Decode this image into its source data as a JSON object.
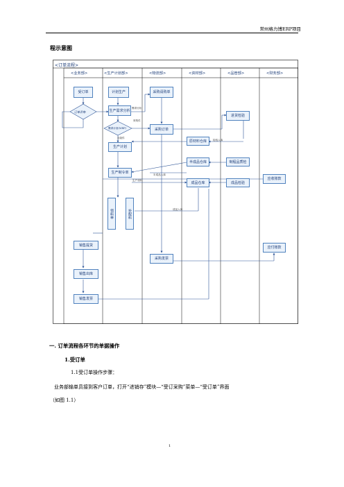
{
  "header": {
    "text": "常州格力博ERP项目"
  },
  "section_title": "程示意图",
  "diagram": {
    "frame_title": "<订单流程>",
    "lanes": [
      "<业务部>",
      "<生产计划部>",
      "<物流部>",
      "<资材部>",
      "<品管部>",
      "<财务部>"
    ],
    "nodes": {
      "shoudan": "受订单",
      "pingshen": "订单评审",
      "xiaoshou_jiaohuo": "销售提货",
      "xiaoshou_chuku": "销售出库",
      "xiaoshou_fapiao": "销售发票",
      "jihua": "计划生产",
      "xuqiu": "生产需求分析",
      "mrp": "需求计划(MRP)",
      "shengchan_jihua": "生产计划",
      "shengchan_zhiling": "生产制令单",
      "lingliao": "领料单",
      "buliao": "补配料",
      "qinggou": "采购请购单",
      "caigou_dingdan": "采购订单",
      "caigou_fapiao": "采购发票",
      "yuancailiao": "原材料仓库",
      "banchengpin": "半成品仓库",
      "chengpin_cangku": "成品仓库",
      "jinliao_jianyan": "进货检验",
      "zhicheng_jianyan": "制程品质检",
      "chengpin_jianyan": "成品检验",
      "yingshou": "应收账款",
      "yingfu": "应付账款"
    },
    "edge_labels": {
      "a": "需求分析",
      "b": "采购件",
      "c": "自制件",
      "d": "生产领料",
      "e": "半成品入库",
      "f": "检验入库",
      "g": "成品入库"
    }
  },
  "body": {
    "h1": "一.  订单流程各环节的单据操作",
    "h2": "1.受订单",
    "h3": "1.1受订单操作步骤：",
    "p1": "业务部输单员接到客户订单，打开“进销存”模块—“受订采购”菜单—“受订单”界面",
    "p2": "（如图 1.1）"
  },
  "page_number": "1"
}
